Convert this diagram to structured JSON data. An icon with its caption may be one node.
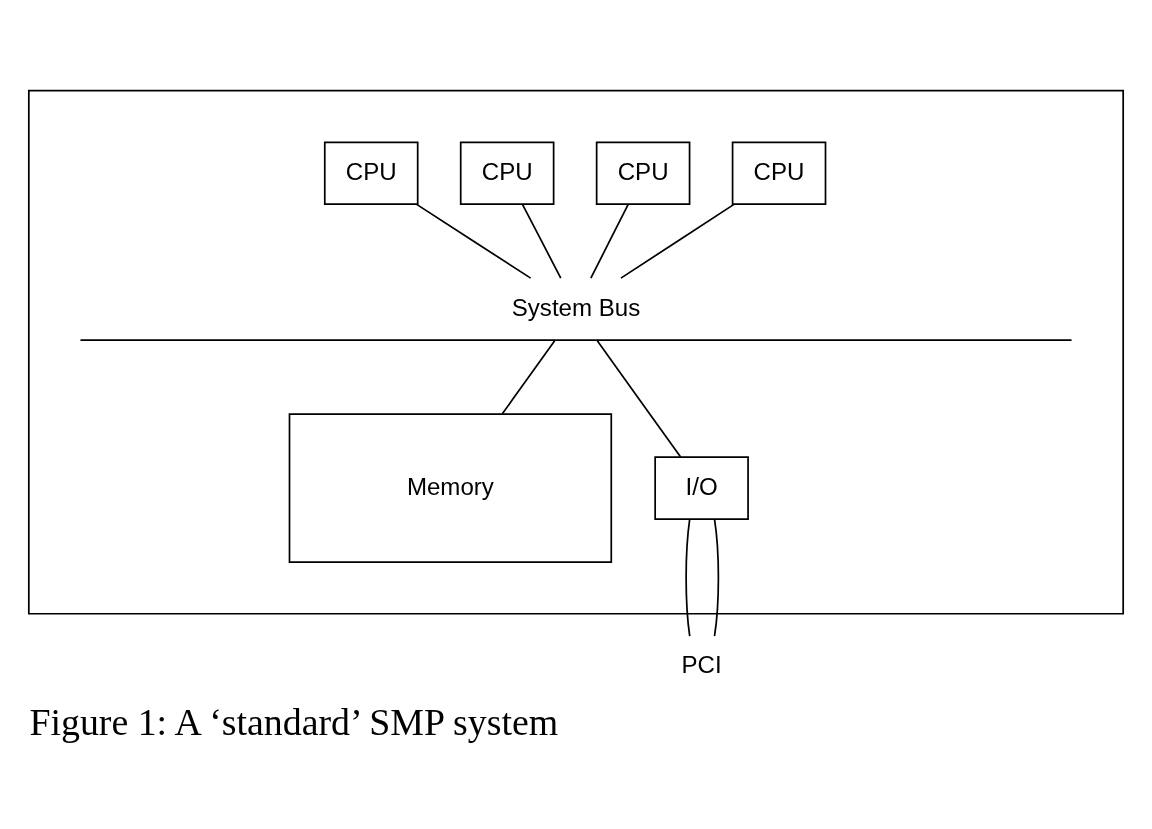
{
  "diagram": {
    "caption": "Figure 1: A ‘standard’ SMP system",
    "nodes": [
      {
        "text": [],
        "shape": "box"
      },
      {
        "text": [
          "CPU"
        ],
        "in": 0
      },
      {
        "text": [
          "CPU"
        ],
        "in": 0
      },
      {
        "text": [
          "CPU"
        ],
        "in": 0
      },
      {
        "text": [
          "CPU"
        ],
        "in": 0
      },
      {
        "text": [
          "System Bus"
        ],
        "in": 0
      },
      {
        "text": [
          "Memory"
        ],
        "in": 0
      },
      {
        "text": [
          "I/O"
        ],
        "in": 0
      },
      {
        "text": [
          "PCI"
        ]
      }
    ],
    "edges": [
      {
        "from": 1,
        "to": 5,
        "arrow": "none"
      },
      {
        "from": 2,
        "to": 5,
        "arrow": "none"
      },
      {
        "from": 3,
        "to": 5,
        "arrow": "none"
      },
      {
        "from": 4,
        "to": 5,
        "arrow": "none"
      },
      {
        "from": 6,
        "to": 5,
        "arrow": "none"
      },
      {
        "from": 7,
        "to": 5,
        "arrow": "none"
      },
      {
        "from": 7,
        "to": 8,
        "arrow": "none"
      },
      {
        "from": 7,
        "to": 8,
        "arrow": "none"
      }
    ]
  }
}
